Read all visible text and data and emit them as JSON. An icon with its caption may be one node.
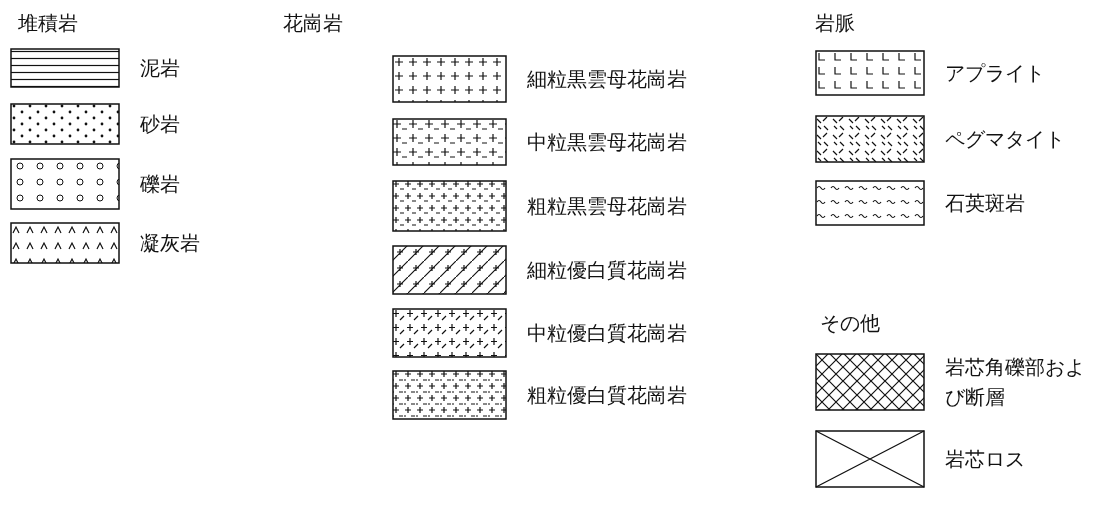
{
  "diagram": {
    "labels": [
      "堆積岩",
      "花崗岩",
      "岩脈",
      "その他"
    ],
    "legend": [
      {
        "text": "泥岩"
      },
      {
        "text": "砂岩"
      },
      {
        "text": "礫岩"
      },
      {
        "text": "凝灰岩"
      },
      {
        "text": "細粒黒雲母花崗岩"
      },
      {
        "text": "中粒黒雲母花崗岩"
      },
      {
        "text": "粗粒黒雲母花崗岩"
      },
      {
        "text": "細粒優白質花崗岩"
      },
      {
        "text": "中粒優白質花崗岩"
      },
      {
        "text": "粗粒優白質花崗岩"
      },
      {
        "text": "アプライト"
      },
      {
        "text": "ペグマタイト"
      },
      {
        "text": "石英斑岩"
      },
      {
        "text": "岩芯角礫部および断層"
      },
      {
        "text": "岩芯ロス"
      }
    ]
  }
}
